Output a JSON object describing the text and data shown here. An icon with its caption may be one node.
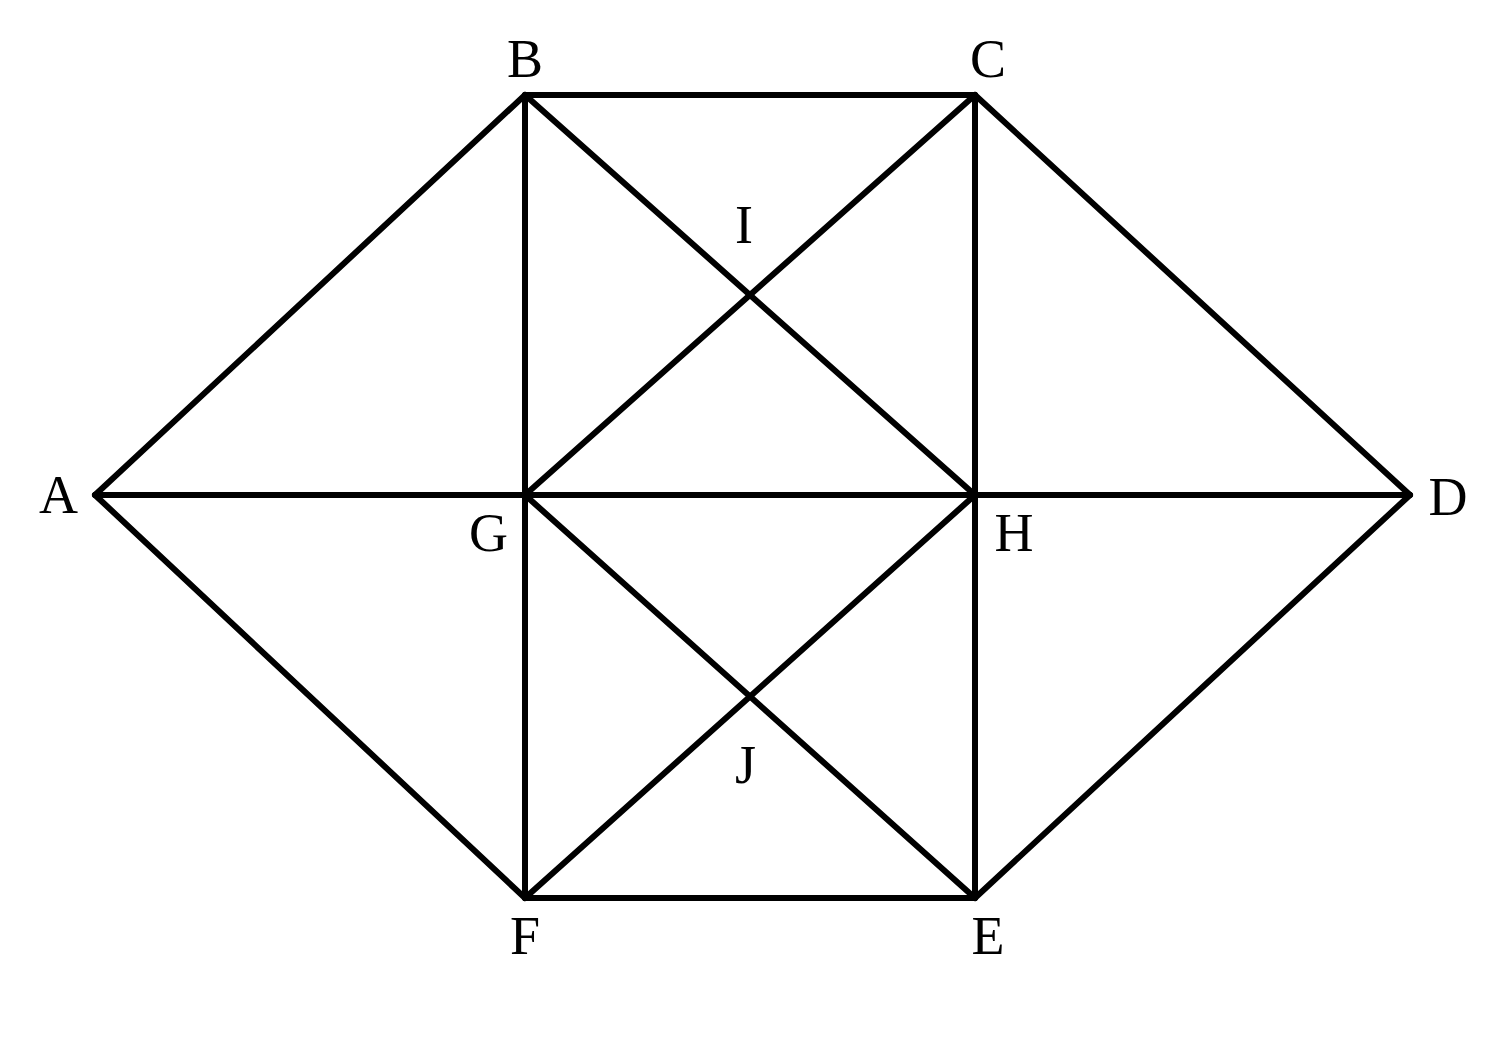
{
  "diagram": {
    "nodes": [
      {
        "text": [
          "A"
        ]
      },
      {
        "text": [
          "B"
        ]
      },
      {
        "text": [
          "C"
        ]
      },
      {
        "text": [
          "D"
        ]
      },
      {
        "text": [
          "E"
        ]
      },
      {
        "text": [
          "F"
        ]
      },
      {
        "text": [
          "G"
        ]
      },
      {
        "text": [
          "H"
        ]
      }
    ],
    "edges": [
      {
        "from": 0,
        "to": 1,
        "arrow": "none"
      },
      {
        "from": 1,
        "to": 2,
        "arrow": "none"
      },
      {
        "from": 2,
        "to": 3,
        "arrow": "none"
      },
      {
        "from": 3,
        "to": 4,
        "arrow": "none"
      },
      {
        "from": 4,
        "to": 5,
        "arrow": "none"
      },
      {
        "from": 5,
        "to": 0,
        "arrow": "none"
      },
      {
        "from": 0,
        "to": 3,
        "arrow": "none"
      },
      {
        "from": 1,
        "to": 5,
        "arrow": "none"
      },
      {
        "from": 2,
        "to": 4,
        "arrow": "none"
      },
      {
        "from": 1,
        "to": 7,
        "arrow": "none"
      },
      {
        "from": 2,
        "to": 6,
        "arrow": "none"
      },
      {
        "from": 6,
        "to": 4,
        "arrow": "none"
      },
      {
        "from": 7,
        "to": 5,
        "arrow": "none"
      }
    ],
    "labels": [
      "I",
      "J"
    ]
  }
}
